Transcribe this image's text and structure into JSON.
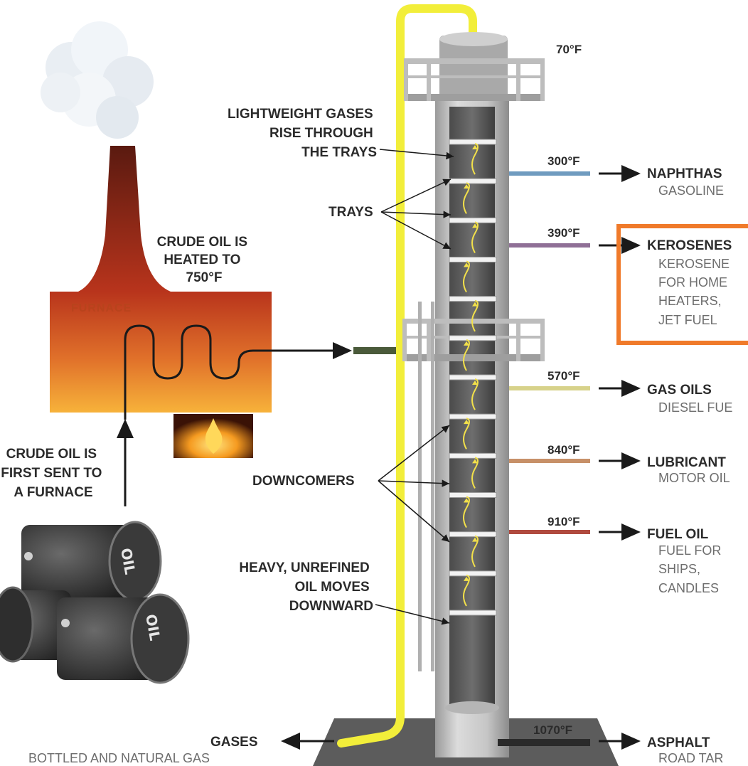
{
  "tower": {
    "top_temp": "70°F",
    "tray_count": 13
  },
  "furnace": {
    "label": "FURNACE",
    "heated_note": [
      "CRUDE OIL IS",
      "HEATED TO",
      "750°F"
    ]
  },
  "crude_note": [
    "CRUDE OIL IS",
    "FIRST SENT TO",
    "A FURNACE"
  ],
  "barrel_text": "OIL",
  "annotations": {
    "gases_rise": [
      "LIGHTWEIGHT GASES",
      "RISE THROUGH",
      "THE TRAYS"
    ],
    "trays": "TRAYS",
    "downcomers": "DOWNCOMERS",
    "heavy_oil": [
      "HEAVY, UNREFINED",
      "OIL MOVES",
      "DOWNWARD"
    ]
  },
  "products": [
    {
      "temp": "300°F",
      "name": "NAPHTHAS",
      "uses": [
        "GASOLINE"
      ],
      "pipe_color": "#6f9bbf"
    },
    {
      "temp": "390°F",
      "name": "KEROSENES",
      "uses": [
        "KEROSENE",
        "FOR HOME",
        "HEATERS,",
        "JET FUEL"
      ],
      "pipe_color": "#8f6f96"
    },
    {
      "temp": "570°F",
      "name": "GAS OILS",
      "uses": [
        "DIESEL FUE"
      ],
      "pipe_color": "#d7d28a"
    },
    {
      "temp": "840°F",
      "name": "LUBRICANT",
      "uses": [
        "MOTOR OIL"
      ],
      "pipe_color": "#c79068"
    },
    {
      "temp": "910°F",
      "name": "FUEL OIL",
      "uses": [
        "FUEL FOR",
        "SHIPS,",
        "CANDLES"
      ],
      "pipe_color": "#b04a3f"
    },
    {
      "temp": "1070°F",
      "name": "ASPHALT",
      "uses": [
        "ROAD TAR"
      ],
      "pipe_color": "#2a2a2a"
    }
  ],
  "gases_output": {
    "name": "GASES",
    "uses": [
      "BOTTLED AND NATURAL GAS"
    ]
  },
  "highlight": {
    "target": "KEROSENES",
    "color": "#f07a2a"
  },
  "colors": {
    "vapor_pipe": "#f2ee3a",
    "tower_shell": "#c8c8c8",
    "furnace_top": "#b8341c",
    "furnace_bottom": "#f7b23a"
  }
}
